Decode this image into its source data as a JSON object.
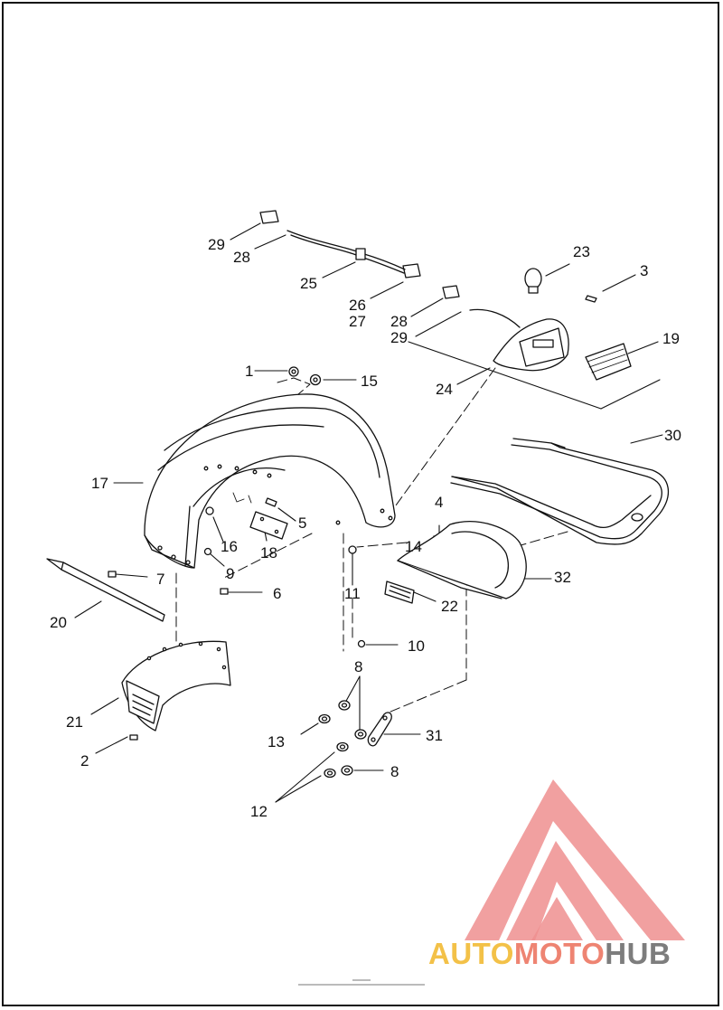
{
  "parts": [
    {
      "id": "label-1",
      "text": "1"
    },
    {
      "id": "label-2",
      "text": "2"
    },
    {
      "id": "label-3",
      "text": "3"
    },
    {
      "id": "label-4",
      "text": "4"
    },
    {
      "id": "label-5",
      "text": "5"
    },
    {
      "id": "label-6",
      "text": "6"
    },
    {
      "id": "label-7",
      "text": "7"
    },
    {
      "id": "label-8a",
      "text": "8"
    },
    {
      "id": "label-8b",
      "text": "8"
    },
    {
      "id": "label-9",
      "text": "9"
    },
    {
      "id": "label-10",
      "text": "10"
    },
    {
      "id": "label-11",
      "text": "11"
    },
    {
      "id": "label-12",
      "text": "12"
    },
    {
      "id": "label-13",
      "text": "13"
    },
    {
      "id": "label-14",
      "text": "14"
    },
    {
      "id": "label-15",
      "text": "15"
    },
    {
      "id": "label-16",
      "text": "16"
    },
    {
      "id": "label-17",
      "text": "17"
    },
    {
      "id": "label-18",
      "text": "18"
    },
    {
      "id": "label-19",
      "text": "19"
    },
    {
      "id": "label-20",
      "text": "20"
    },
    {
      "id": "label-21",
      "text": "21"
    },
    {
      "id": "label-22",
      "text": "22"
    },
    {
      "id": "label-23",
      "text": "23"
    },
    {
      "id": "label-24",
      "text": "24"
    },
    {
      "id": "label-25",
      "text": "25"
    },
    {
      "id": "label-26",
      "text": "26"
    },
    {
      "id": "label-27",
      "text": "27"
    },
    {
      "id": "label-28a",
      "text": "28"
    },
    {
      "id": "label-28b",
      "text": "28"
    },
    {
      "id": "label-29a",
      "text": "29"
    },
    {
      "id": "label-29b",
      "text": "29"
    },
    {
      "id": "label-30",
      "text": "30"
    },
    {
      "id": "label-31",
      "text": "31"
    },
    {
      "id": "label-32",
      "text": "32"
    }
  ],
  "watermark": {
    "part1": "AUTO",
    "part2": "MOTO",
    "part3": "HUB",
    "logo_icon": "triangle-logo-icon",
    "colors": {
      "auto": "#f3c148",
      "moto": "#ee8472",
      "hub": "#7d7d7d",
      "triangle": "#ef8f8f"
    }
  }
}
